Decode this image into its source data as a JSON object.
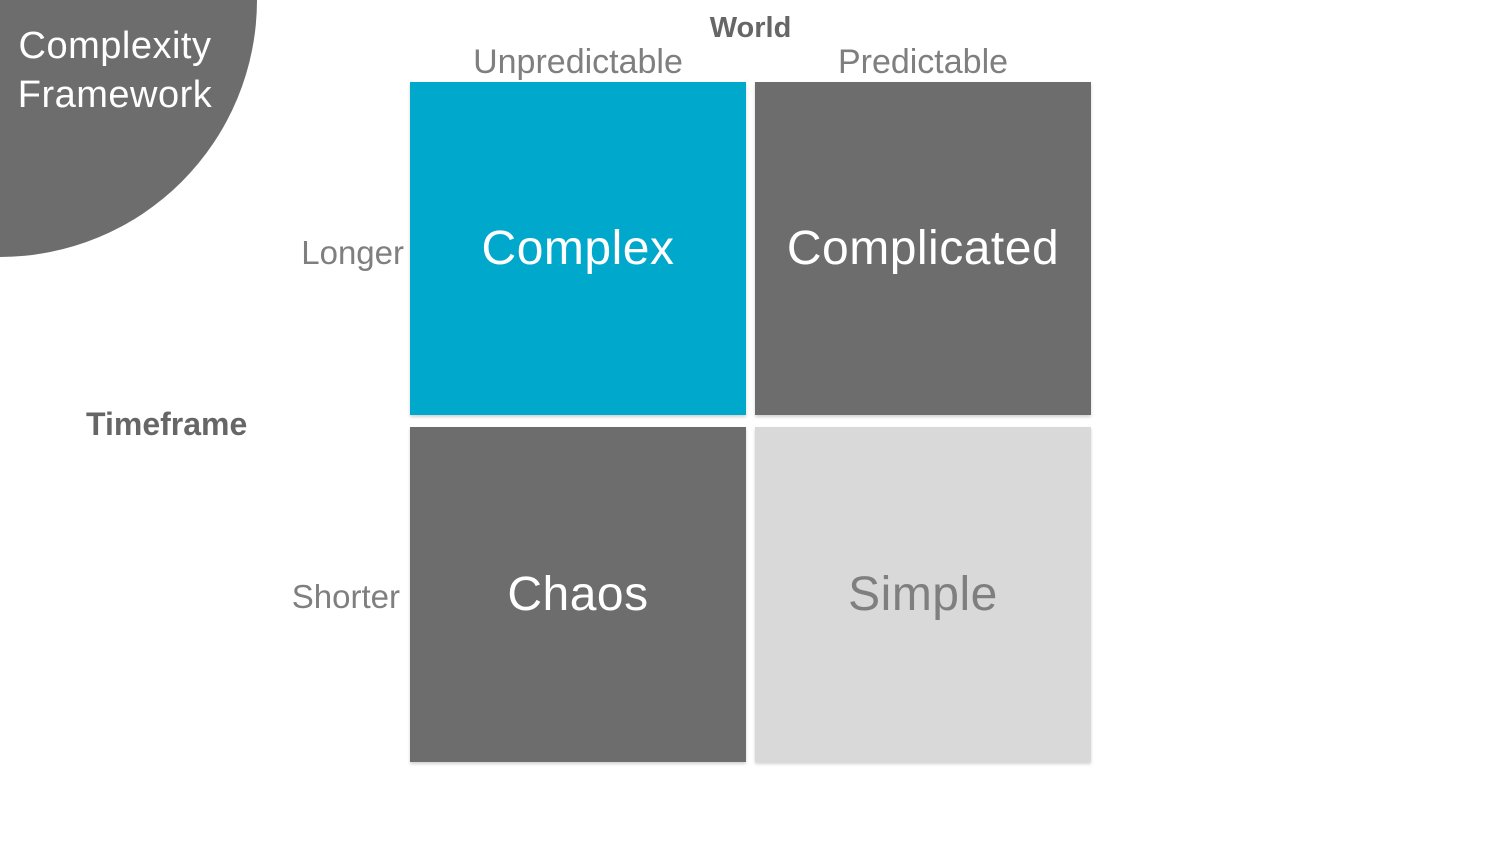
{
  "slide": {
    "badge": {
      "line1": "Complexity",
      "line2": "Framework",
      "bg": "#6D6D6D",
      "text_color": "#FFFFFF"
    },
    "x_axis": {
      "title": "World",
      "left_label": "Unpredictable",
      "right_label": "Predictable"
    },
    "y_axis": {
      "title": "Timeframe",
      "top_label": "Longer",
      "bottom_label": "Shorter"
    },
    "quadrants": {
      "top_left": {
        "label": "Complex",
        "bg": "#00A8CC",
        "text_color": "#FFFFFF"
      },
      "top_right": {
        "label": "Complicated",
        "bg": "#6D6D6D",
        "text_color": "#FFFFFF"
      },
      "bottom_left": {
        "label": "Chaos",
        "bg": "#6D6D6D",
        "text_color": "#FFFFFF"
      },
      "bottom_right": {
        "label": "Simple",
        "bg": "#D9D9D9",
        "text_color": "#7F7F7F"
      }
    },
    "colors": {
      "background": "#FFFFFF",
      "accent_cyan": "#00A8CC",
      "dark_gray": "#6D6D6D",
      "light_gray": "#D9D9D9",
      "axis_title_text": "#666666",
      "axis_label_text": "#7F7F7F"
    }
  }
}
